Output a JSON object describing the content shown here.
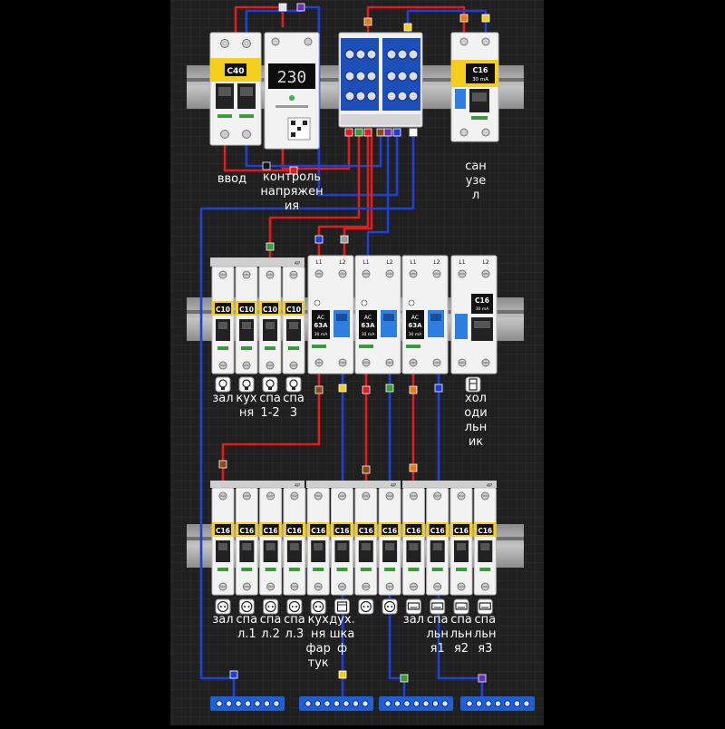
{
  "colors": {
    "background": "#000000",
    "board": "#202020",
    "grid": "#2c2c2c",
    "rail": "#a9a9a9",
    "breaker_body": "#f2f2f2",
    "breaker_yellow": "#f6cf1e",
    "phase_wire": "#e21b1b",
    "neutral_wire": "#1f3fd8",
    "busbar": "#1f5fd6",
    "rcd_toggle": "#2f7fe0"
  },
  "top_row": {
    "main_breaker": {
      "rating": "C40",
      "label": "ввод"
    },
    "voltage_relay": {
      "display": "230",
      "label": "контроль\nнапряжен\nия"
    },
    "distribution_block": {
      "icon": "distribution-block-icon"
    },
    "bathroom_rcbo": {
      "rating": "C16",
      "sensitivity": "30 mA",
      "icon": "socket-icon",
      "label": "сан\nузе\nл"
    }
  },
  "middle_row": {
    "light_breakers": [
      {
        "rating": "C10",
        "icon": "light-bulb-icon",
        "label": "зал"
      },
      {
        "rating": "C10",
        "icon": "light-bulb-icon",
        "label": "кух\nня"
      },
      {
        "rating": "C10",
        "icon": "light-bulb-icon",
        "label": "спа\n1-2"
      },
      {
        "rating": "C10",
        "icon": "light-bulb-icon",
        "label": "спа\n3"
      }
    ],
    "rcds": [
      {
        "type": "AC",
        "current": "63A",
        "sensitivity": "30 mA",
        "terminals": [
          "L1",
          "L2"
        ]
      },
      {
        "type": "AC",
        "current": "63A",
        "sensitivity": "30 mA",
        "terminals": [
          "L1",
          "L2"
        ]
      },
      {
        "type": "AC",
        "current": "63A",
        "sensitivity": "30 mA",
        "terminals": [
          "L1",
          "L2"
        ]
      }
    ],
    "fridge_rcbo": {
      "rating": "C16",
      "sensitivity": "30 mA",
      "icon": "fridge-icon",
      "label": "хол\nоди\nльн\nик",
      "terminals": [
        "L1",
        "L2"
      ]
    }
  },
  "bottom_row": {
    "breakers": [
      {
        "rating": "C16",
        "icon": "socket-icon",
        "label": "зал"
      },
      {
        "rating": "C16",
        "icon": "socket-icon",
        "label": "спа\nл.1"
      },
      {
        "rating": "C16",
        "icon": "socket-icon",
        "label": "спа\nл.2"
      },
      {
        "rating": "C16",
        "icon": "socket-icon",
        "label": "спа\nл.3"
      },
      {
        "rating": "C16",
        "icon": "socket-icon",
        "label": "кух\nня\nфар\nтук"
      },
      {
        "rating": "C16",
        "icon": "oven-icon",
        "label": "дух.\nшка\nф"
      },
      {
        "rating": "C16",
        "icon": "socket-icon",
        "label": ""
      },
      {
        "rating": "C16",
        "icon": "socket-icon",
        "label": ""
      },
      {
        "rating": "C16",
        "icon": "ac-unit-icon",
        "label": "зал"
      },
      {
        "rating": "C16",
        "icon": "ac-unit-icon",
        "label": "спа\nльн\nя1"
      },
      {
        "rating": "C16",
        "icon": "ac-unit-icon",
        "label": "спа\nльн\nя2"
      },
      {
        "rating": "C16",
        "icon": "ac-unit-icon",
        "label": "спа\nльн\nя3"
      }
    ]
  },
  "comb_busbar_labels": [
    "4P",
    "4P",
    "4P",
    "4P"
  ],
  "neutral_bars": {
    "count": 4
  }
}
